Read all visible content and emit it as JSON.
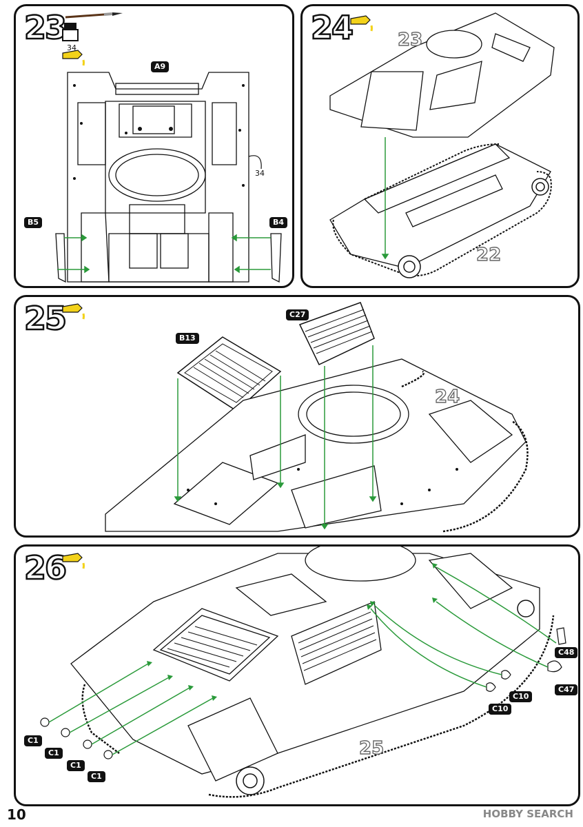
{
  "page_number": "10",
  "watermark": "HOBBY SEARCH",
  "colors": {
    "glue": "#f3d21a",
    "guide_line": "#2a9a3a",
    "ink": "#111111"
  },
  "steps": [
    {
      "number": "23",
      "paint_ref": "34",
      "icons": [
        "paintbrush-icon",
        "paint-jar-icon",
        "glue-tube-icon"
      ],
      "parts": [
        "A9",
        "B5",
        "B4"
      ],
      "callout": "34"
    },
    {
      "number": "24",
      "icons": [
        "glue-tube-icon"
      ],
      "assemblies": [
        "23",
        "22"
      ]
    },
    {
      "number": "25",
      "icons": [
        "glue-tube-icon"
      ],
      "parts": [
        "B13",
        "C27"
      ],
      "assemblies": [
        "24"
      ]
    },
    {
      "number": "26",
      "icons": [
        "glue-tube-icon"
      ],
      "parts": [
        "C48",
        "C47",
        "C10",
        "C10",
        "C1",
        "C1",
        "C1",
        "C1"
      ],
      "assemblies": [
        "25"
      ]
    }
  ]
}
